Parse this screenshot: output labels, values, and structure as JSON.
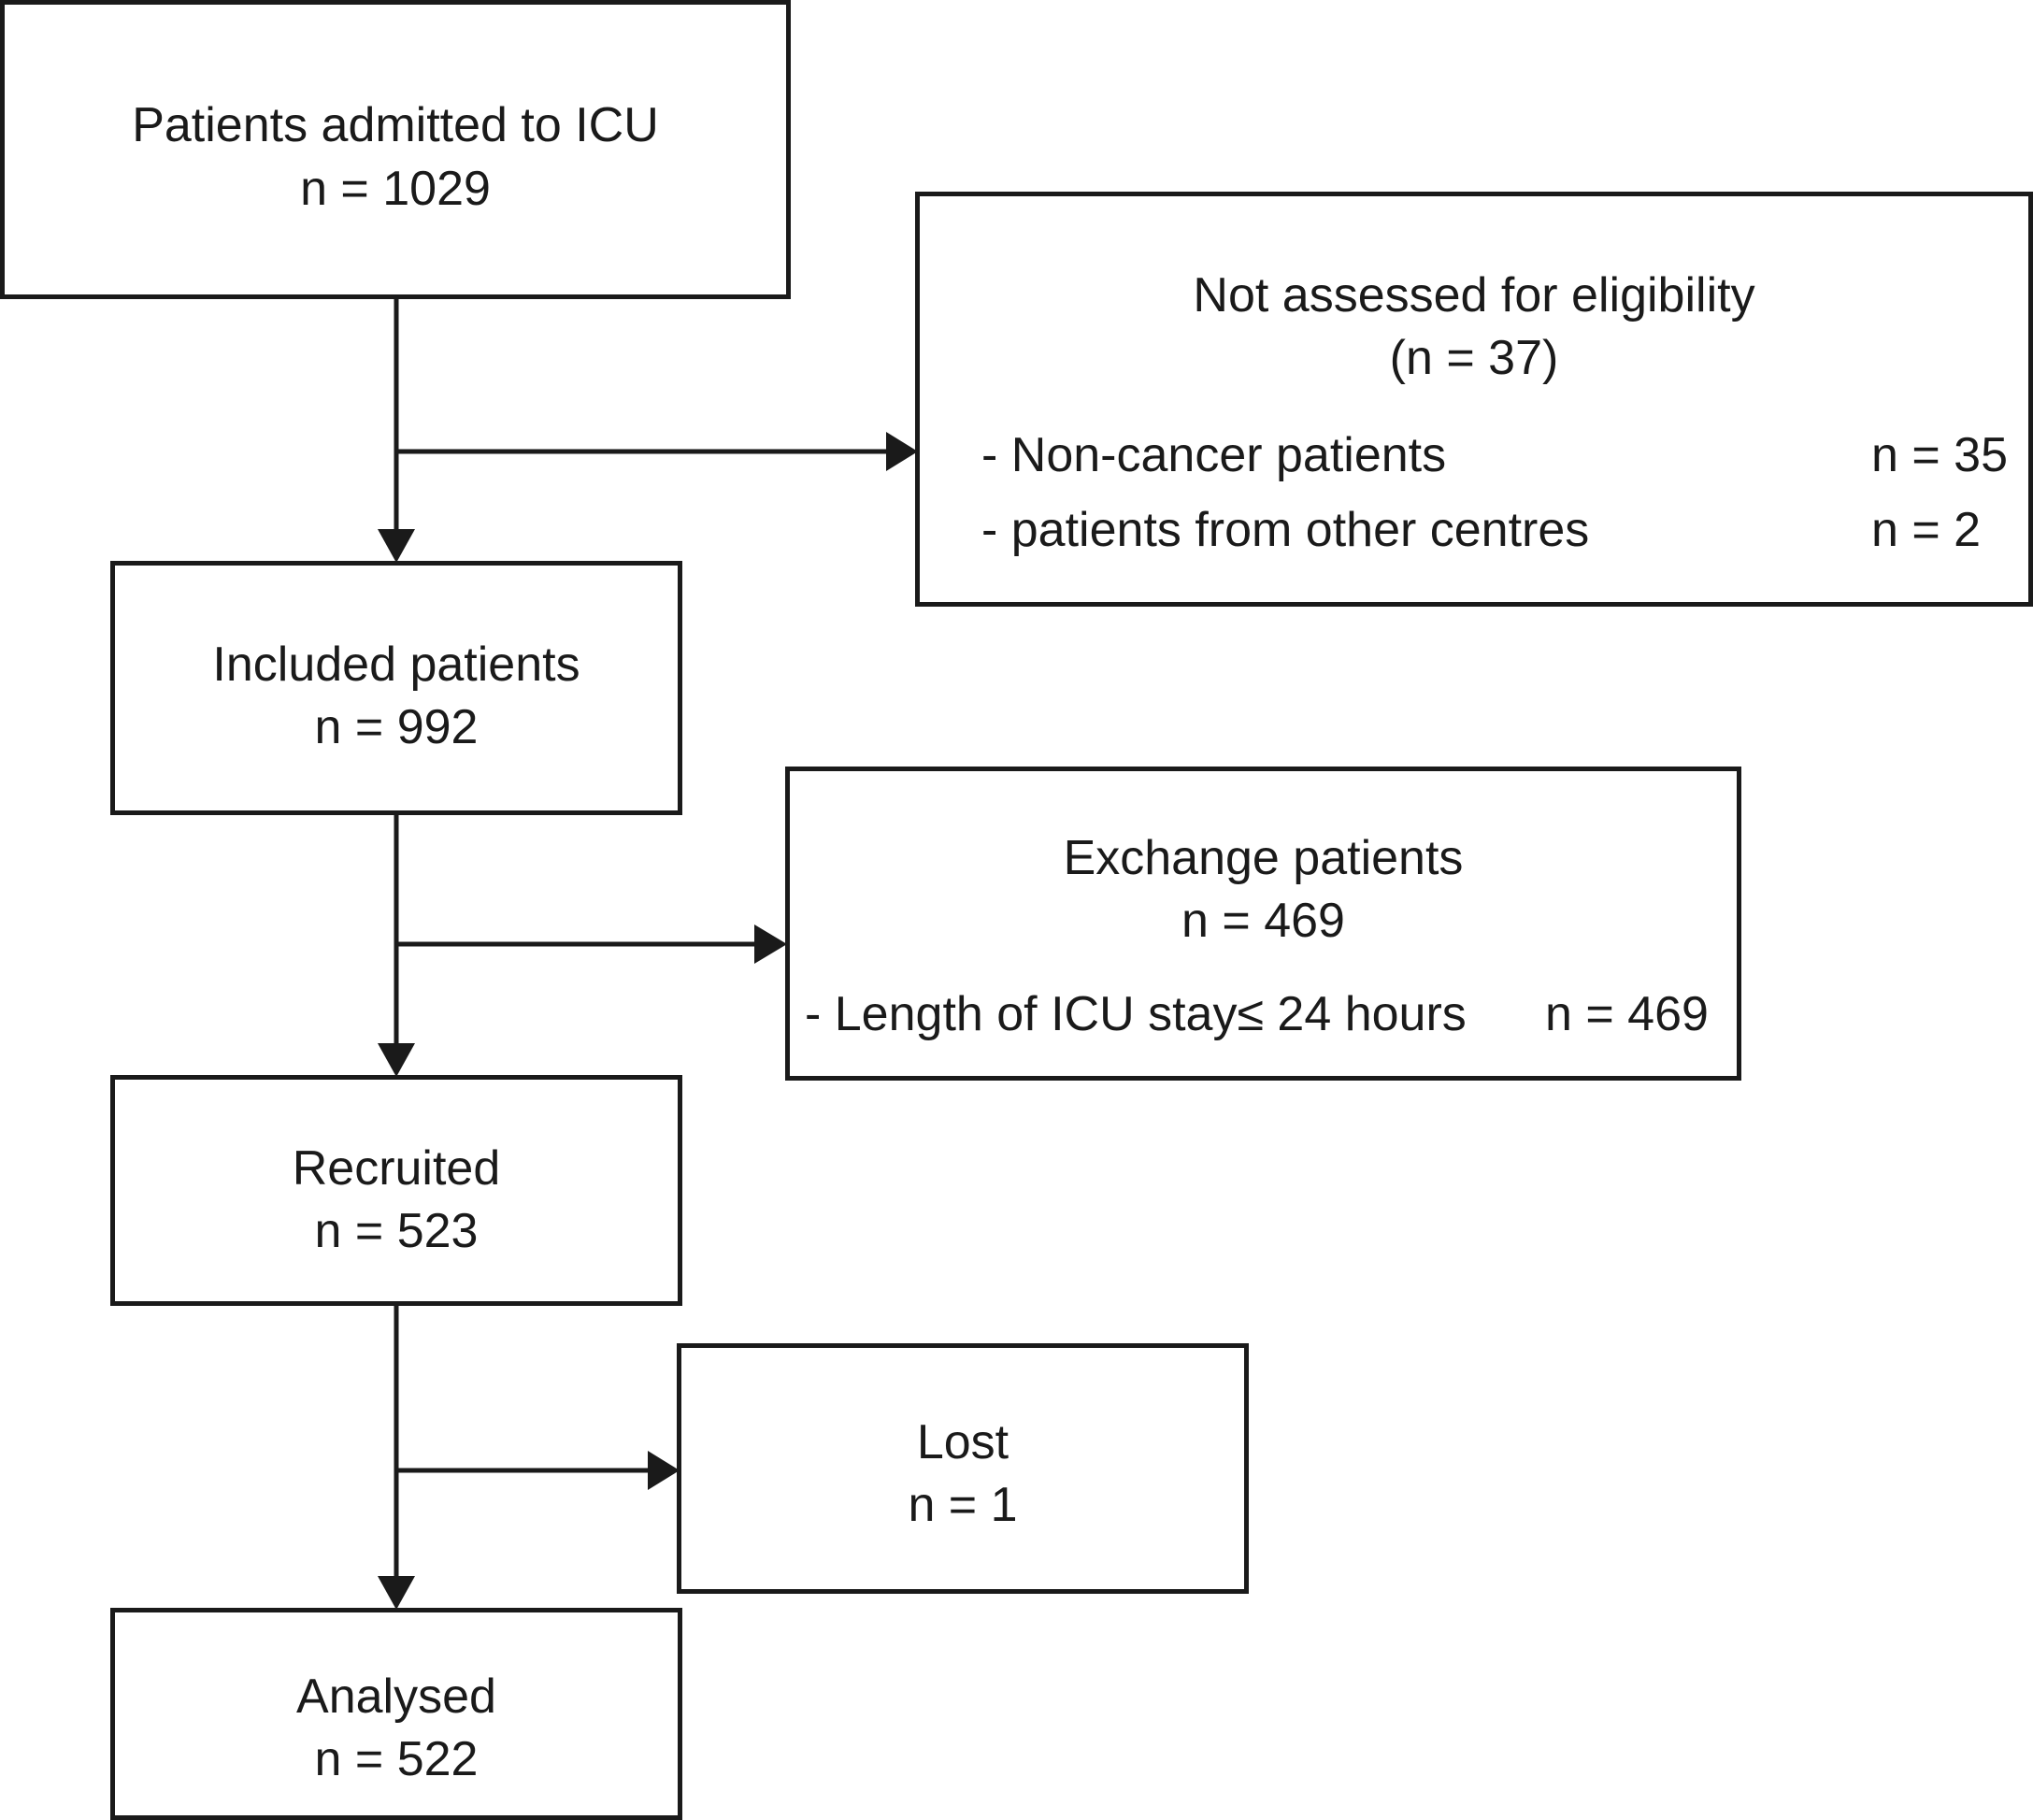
{
  "admitted": {
    "title": "Patients admitted to ICU",
    "count": "n = 1029"
  },
  "not_assessed": {
    "title": "Not assessed for eligibility",
    "count": "(n = 37)",
    "items": [
      {
        "label": "- Non-cancer patients",
        "count": "n = 35"
      },
      {
        "label": "- patients from other centres",
        "count": "n = 2"
      }
    ]
  },
  "included": {
    "title": "Included patients",
    "count": "n = 992"
  },
  "exchange": {
    "title": "Exchange patients",
    "count": "n = 469",
    "items": [
      {
        "label": "- Length of ICU stay≤  24 hours",
        "count": "n = 469"
      }
    ]
  },
  "recruited": {
    "title": "Recruited",
    "count": "n = 523"
  },
  "lost": {
    "title": "Lost",
    "count": "n = 1"
  },
  "analysed": {
    "title": "Analysed",
    "count": "n = 522"
  }
}
